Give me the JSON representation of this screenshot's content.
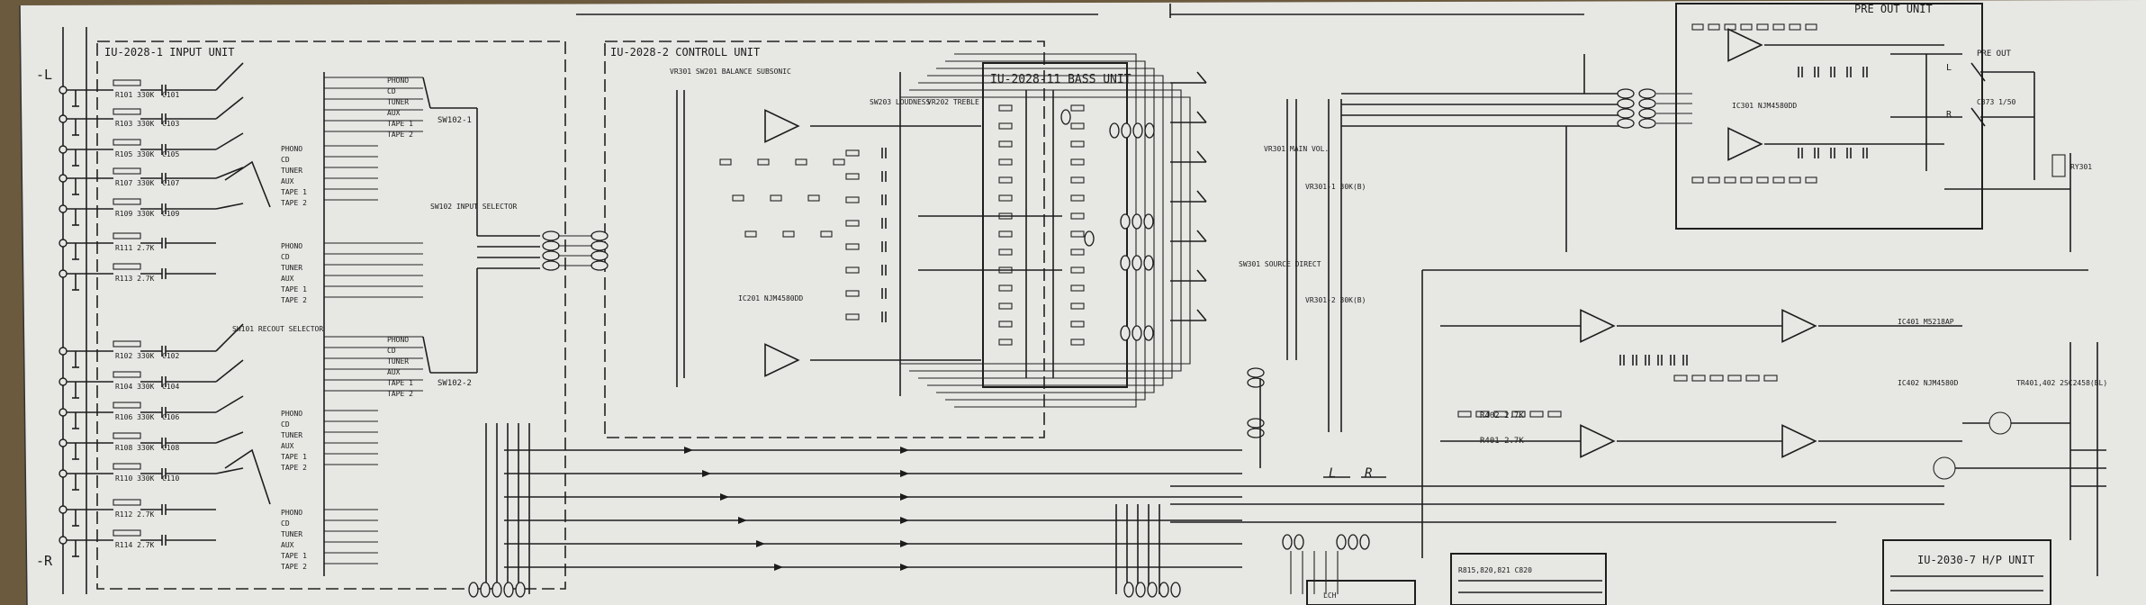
{
  "palette": {
    "paper": "#e8e8e6",
    "ink": "#1c1c1c",
    "desk": "#6b5a3e"
  },
  "units": {
    "input": "IU-2028-1 INPUT UNIT",
    "control": "IU-2028-2 CONTROLL UNIT",
    "bass": "IU-2028-11 BASS UNIT",
    "preout": "PRE OUT UNIT",
    "hp": "IU-2030-7 H/P UNIT"
  },
  "rails": {
    "l": "-L",
    "r": "-R"
  },
  "input_rows_top": [
    {
      "r": "R101 330K",
      "c": "C101"
    },
    {
      "r": "R103 330K",
      "c": "C103"
    },
    {
      "r": "R105 330K",
      "c": "C105"
    },
    {
      "r": "R107 330K",
      "c": "C107"
    },
    {
      "r": "R109 330K",
      "c": "C109"
    },
    {
      "r": "R111 2.7K",
      "c": ""
    },
    {
      "r": "R113 2.7K",
      "c": ""
    }
  ],
  "input_rows_bot": [
    {
      "r": "R102 330K",
      "c": "C102"
    },
    {
      "r": "R104 330K",
      "c": "C104"
    },
    {
      "r": "R106 330K",
      "c": "C106"
    },
    {
      "r": "R108 330K",
      "c": "C108"
    },
    {
      "r": "R110 330K",
      "c": "C110"
    },
    {
      "r": "R112 2.7K",
      "c": ""
    },
    {
      "r": "R114 2.7K",
      "c": ""
    }
  ],
  "selector_rows": [
    "PHONO",
    "CD",
    "TUNER",
    "AUX",
    "TAPE 1",
    "TAPE 2"
  ],
  "switches": {
    "sw102_1": "SW102-1",
    "sw102_2": "SW102-2",
    "input_sel": "SW102 INPUT SELECTOR",
    "rec_sel": "SW101 RECOUT SELECTOR",
    "sw301": "SW301 SOURCE DIRECT",
    "vr301": "VR301 MAIN VOL.",
    "vr301_1": "VR301-1 30K(B)",
    "vr301_2": "VR301-2 30K(B)",
    "balance": "VR301 SW201 BALANCE SUBSONIC",
    "loudness": "SW203 LOUDNESS",
    "treble": "VR202 TREBLE"
  },
  "ics": {
    "ic201": "IC201 NJM4580DD",
    "ic301": "IC301 NJM4580DD",
    "ic401": "IC401 M5218AP",
    "ic402": "IC402 NJM4580D"
  },
  "parts": {
    "r402": "R402 2.7K",
    "r401": "R401 2.7K",
    "tr": "TR401,402 2SC2458(BL)",
    "ry": "RY301",
    "bottom1": "R815,820,821 C820",
    "bottom2": "LCH",
    "pre_out": "PRE OUT",
    "pre_l": "L",
    "pre_r": "R",
    "c373": "C373 1/50"
  },
  "channels": {
    "l": "L",
    "r": "R"
  }
}
